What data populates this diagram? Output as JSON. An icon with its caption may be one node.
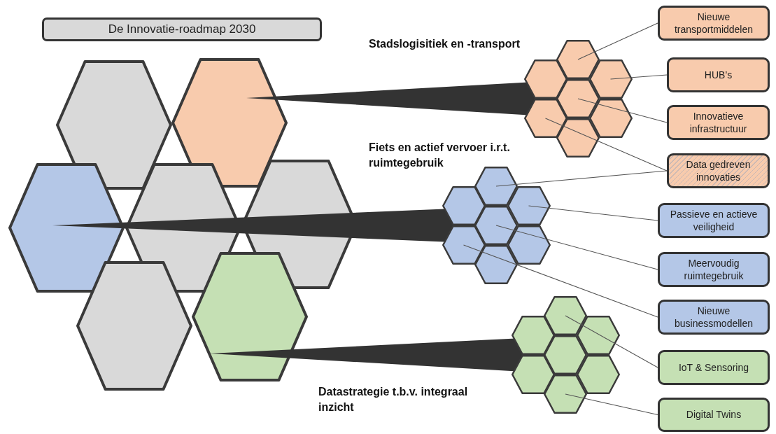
{
  "diagram": {
    "nodes": [
      {
        "text": [
          "De Innovatie-roadmap 2030"
        ]
      },
      {
        "text": [],
        "shape": "hexagon"
      },
      {
        "text": [],
        "shape": "hexagon"
      },
      {
        "text": [],
        "shape": "hexagon"
      },
      {
        "text": [],
        "shape": "hexagon"
      },
      {
        "text": [],
        "shape": "hexagon"
      },
      {
        "text": [],
        "shape": "hexagon"
      },
      {
        "text": [],
        "shape": "hexagon"
      },
      {
        "text": [
          "Stadslogisitiek en -transport"
        ]
      },
      {
        "text": [],
        "shape": "hexagon",
        "in": 8
      },
      {
        "text": [],
        "shape": "hexagon",
        "in": 8
      },
      {
        "text": [],
        "shape": "hexagon",
        "in": 8
      },
      {
        "text": [],
        "shape": "hexagon",
        "in": 8
      },
      {
        "text": [],
        "shape": "hexagon",
        "in": 8
      },
      {
        "text": [],
        "shape": "hexagon",
        "in": 8
      },
      {
        "text": [],
        "shape": "hexagon",
        "in": 8
      },
      {
        "text": [
          "Nieuwe transportmiddelen"
        ]
      },
      {
        "text": [
          "HUB’s"
        ]
      },
      {
        "text": [
          "Innovatieve infrastructuur"
        ]
      },
      {
        "text": [
          "Data gedreven innovaties"
        ]
      },
      {
        "text": [
          "Fiets en actief vervoer i.r.t. ruimtegebruik"
        ]
      },
      {
        "text": [],
        "shape": "hexagon",
        "in": 20
      },
      {
        "text": [],
        "shape": "hexagon",
        "in": 20
      },
      {
        "text": [],
        "shape": "hexagon",
        "in": 20
      },
      {
        "text": [],
        "shape": "hexagon",
        "in": 20
      },
      {
        "text": [],
        "shape": "hexagon",
        "in": 20
      },
      {
        "text": [],
        "shape": "hexagon",
        "in": 20
      },
      {
        "text": [],
        "shape": "hexagon",
        "in": 20
      },
      {
        "text": [
          "Passieve en actieve veiligheid"
        ]
      },
      {
        "text": [
          "Meervoudig ruimtegebruik"
        ]
      },
      {
        "text": [
          "Nieuwe businessmodellen"
        ]
      },
      {
        "text": [
          "Datastrategie t.b.v. integraal inzicht"
        ]
      },
      {
        "text": [],
        "shape": "hexagon",
        "in": 31
      },
      {
        "text": [],
        "shape": "hexagon",
        "in": 31
      },
      {
        "text": [],
        "shape": "hexagon",
        "in": 31
      },
      {
        "text": [],
        "shape": "hexagon",
        "in": 31
      },
      {
        "text": [],
        "shape": "hexagon",
        "in": 31
      },
      {
        "text": [],
        "shape": "hexagon",
        "in": 31
      },
      {
        "text": [],
        "shape": "hexagon",
        "in": 31
      },
      {
        "text": [
          "IoT & Sensoring"
        ]
      },
      {
        "text": [
          "Digital Twins"
        ]
      }
    ],
    "edges": [
      {
        "from": 2,
        "to": 8,
        "arrow": "none"
      },
      {
        "from": 3,
        "to": 20,
        "arrow": "none"
      },
      {
        "from": 7,
        "to": 31,
        "arrow": "none"
      },
      {
        "from": 16,
        "to": 9,
        "arrow": "none"
      },
      {
        "from": 17,
        "to": 11,
        "arrow": "none"
      },
      {
        "from": 18,
        "to": 12,
        "arrow": "none"
      },
      {
        "from": 19,
        "to": 13,
        "arrow": "none"
      },
      {
        "from": 19,
        "to": 21,
        "arrow": "none"
      },
      {
        "from": 28,
        "to": 23,
        "arrow": "none"
      },
      {
        "from": 29,
        "to": 24,
        "arrow": "none"
      },
      {
        "from": 30,
        "to": 25,
        "arrow": "none"
      },
      {
        "from": 39,
        "to": 32,
        "arrow": "none"
      },
      {
        "from": 40,
        "to": 38,
        "arrow": "none"
      }
    ]
  }
}
